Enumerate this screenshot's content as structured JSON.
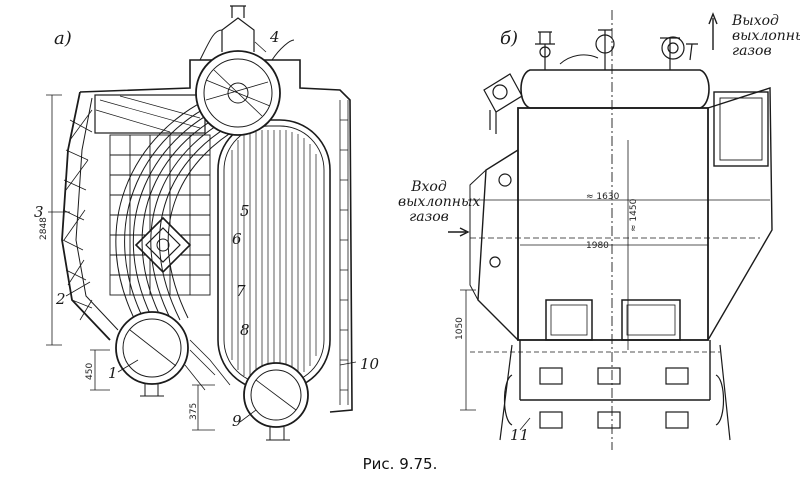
{
  "figure": {
    "caption": "Рис. 9.75.",
    "panel_a_label": "а)",
    "panel_b_label": "б)",
    "callouts": [
      "1",
      "2",
      "3",
      "4",
      "5",
      "6",
      "7",
      "8",
      "9",
      "10",
      "11"
    ],
    "annotations": {
      "exhaust_out": "Выход выхлопных газов",
      "exhaust_in": "Вход выхлопных газов"
    },
    "dimensions": {
      "a_height": "2848",
      "a_lower": "450",
      "a_bottom": "375",
      "b_width_top": "≈ 1630",
      "b_width_mid": "1980",
      "b_height": "≈ 1450",
      "b_lower": "1050"
    }
  }
}
